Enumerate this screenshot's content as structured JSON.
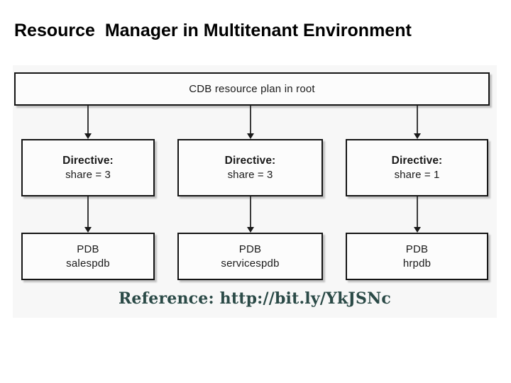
{
  "slide": {
    "title": "Resource  Manager in Multitenant Environment"
  },
  "diagram": {
    "root_box": {
      "label": "CDB resource plan in root"
    },
    "directives": [
      {
        "title": "Directive:",
        "value": "share = 3"
      },
      {
        "title": "Directive:",
        "value": "share = 3"
      },
      {
        "title": "Directive:",
        "value": "share = 1"
      }
    ],
    "pdbs": [
      {
        "type": "PDB",
        "name": "salespdb"
      },
      {
        "type": "PDB",
        "name": "servicespdb"
      },
      {
        "type": "PDB",
        "name": "hrpdb"
      }
    ],
    "connectors": [
      {
        "name": "cdb-to-directive-1",
        "icon": "down-arrow-icon"
      },
      {
        "name": "cdb-to-directive-2",
        "icon": "down-arrow-icon"
      },
      {
        "name": "cdb-to-directive-3",
        "icon": "down-arrow-icon"
      },
      {
        "name": "directive-1-to-pdb-1",
        "icon": "down-arrow-icon"
      },
      {
        "name": "directive-2-to-pdb-2",
        "icon": "down-arrow-icon"
      },
      {
        "name": "directive-3-to-pdb-3",
        "icon": "down-arrow-icon"
      }
    ]
  },
  "reference": {
    "text": "Reference: http://bit.ly/YkJSNc",
    "color": "#2b4a47"
  },
  "colors": {
    "background": "#ffffff",
    "panel": "#f7f7f7",
    "box_fill": "#fcfcfc",
    "box_border": "#151515",
    "text": "#1a1a1a",
    "title": "#000000",
    "reference": "#2b4a47"
  }
}
